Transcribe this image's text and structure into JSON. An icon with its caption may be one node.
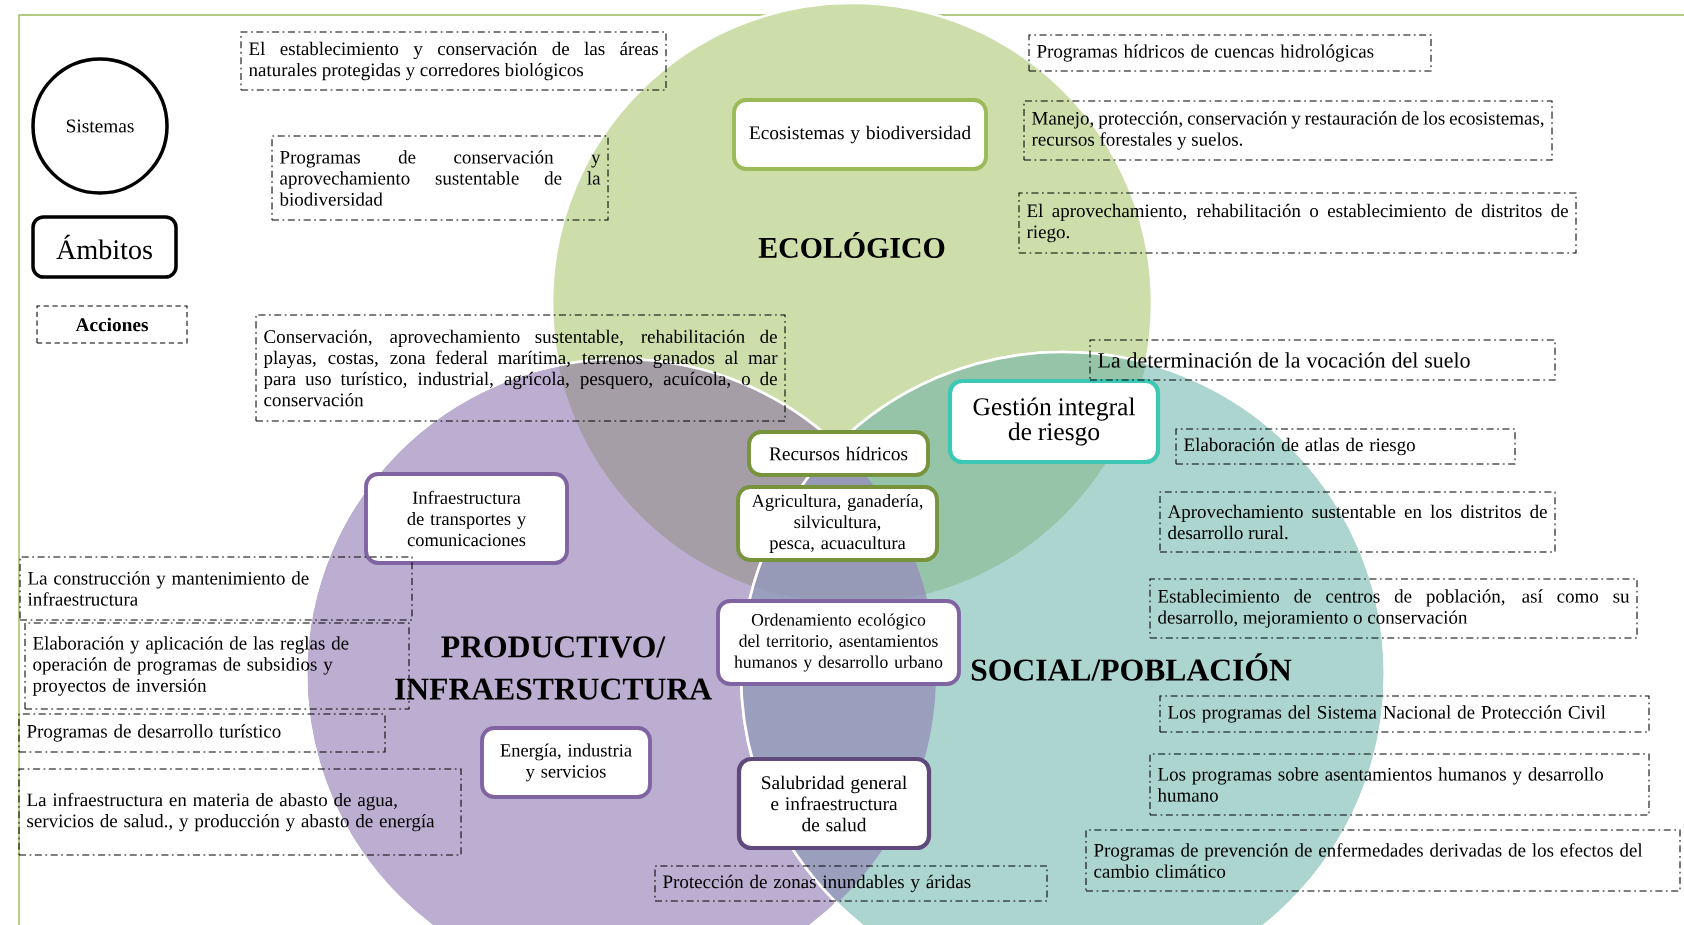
{
  "diagram": {
    "nodes": [
      {
        "text": [
          "Sistemas"
        ]
      },
      {
        "text": [
          "Ámbitos"
        ]
      },
      {
        "text": [
          "Acciones"
        ]
      },
      {
        "text": [
          "ECOLÓGICO"
        ]
      },
      {
        "text": [
          "Ecosistemas y biodiversidad"
        ],
        "in": 3
      },
      {
        "text": [
          "PRODUCTIVO/ INFRAESTRUCTURA"
        ]
      },
      {
        "text": [
          "Infraestructura de transportes y comunicaciones"
        ],
        "in": 5
      },
      {
        "text": [
          "Energía, industria y servicios"
        ],
        "in": 5
      },
      {
        "text": [
          "SOCIAL/POBLACIÓN"
        ]
      },
      {
        "text": [
          "Gestión integral de riesgo"
        ]
      },
      {
        "text": [
          "Recursos hídricos"
        ]
      },
      {
        "text": [
          "Agricultura, ganadería, silvicultura, pesca, acuacultura"
        ]
      },
      {
        "text": [
          "Ordenamiento ecológico del territorio, asentamientos humanos y desarrollo urbano"
        ]
      },
      {
        "text": [
          "Salubridad general e infraestructura de salud"
        ]
      },
      {
        "text": [
          "El establecimiento y conservación de las áreas naturales protegidas y corredores biológicos"
        ]
      },
      {
        "text": [
          "Programas de conservación y aprovechamiento sustentable de la biodiversidad"
        ]
      },
      {
        "text": [
          "Conservación, aprovechamiento sustentable, rehabilitación de playas, costas, zona federal marítima, terrenos ganados al mar para uso turístico, industrial, agrícola, pesquero, acuícola, o de conservación"
        ]
      },
      {
        "text": [
          "Programas hídricos de cuencas hidrológicas"
        ]
      },
      {
        "text": [
          "Manejo, protección, conservación y restauración de los ecosistemas, recursos forestales y suelos."
        ]
      },
      {
        "text": [
          "El aprovechamiento, rehabilitación o establecimiento de distritos de riego."
        ]
      },
      {
        "text": [
          "La determinación de la vocación del suelo"
        ]
      },
      {
        "text": [
          "Elaboración de atlas de riesgo"
        ]
      },
      {
        "text": [
          "Aprovechamiento sustentable en los distritos de desarrollo rural."
        ]
      },
      {
        "text": [
          "Establecimiento de centros de población, así como su desarrollo, mejoramiento o conservación"
        ]
      },
      {
        "text": [
          "La construcción y mantenimiento de infraestructura"
        ]
      },
      {
        "text": [
          "Elaboración y aplicación de las reglas de operación de programas de subsidios y proyectos de inversión"
        ]
      },
      {
        "text": [
          "Programas de desarrollo turístico"
        ]
      },
      {
        "text": [
          "La infraestructura en materia de abasto de agua, servicios de salud., y producción y abasto de energía"
        ]
      },
      {
        "text": [
          "Los programas del Sistema Nacional de Protección Civil"
        ]
      },
      {
        "text": [
          "Los programas sobre asentamientos humanos y desarrollo humano"
        ]
      },
      {
        "text": [
          "Protección de zonas inundables y áridas"
        ]
      },
      {
        "text": [
          "Programas de prevención de enfermedades derivadas de los efectos del cambio climático"
        ]
      }
    ]
  }
}
